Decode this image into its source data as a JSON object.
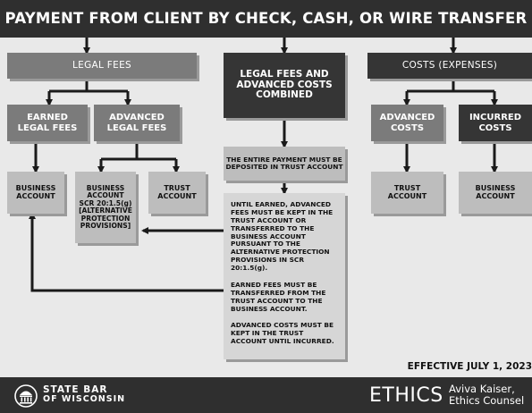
{
  "header": {
    "title": "PAYMENT FROM CLIENT BY CHECK, CASH, OR WIRE TRANSFER"
  },
  "boxes": {
    "legal_fees": "LEGAL FEES",
    "combined": "LEGAL FEES AND\nADVANCED COSTS\nCOMBINED",
    "costs_expenses": "COSTS (EXPENSES)",
    "earned_legal_fees": "EARNED\nLEGAL FEES",
    "advanced_legal_fees": "ADVANCED\nLEGAL FEES",
    "advanced_costs": "ADVANCED\nCOSTS",
    "incurred_costs": "INCURRED\nCOSTS",
    "entire_payment": "THE ENTIRE PAYMENT MUST BE\nDEPOSITED IN TRUST ACCOUNT",
    "business_account_left": "BUSINESS\nACCOUNT",
    "business_account_scr": "BUSINESS\nACCOUNT\nSCR 20:1.5(g)\n[ALTERNATIVE\nPROTECTION\nPROVISIONS]",
    "trust_account_mid": "TRUST\nACCOUNT",
    "trust_account_right": "TRUST\nACCOUNT",
    "business_account_right": "BUSINESS\nACCOUNT"
  },
  "rules": {
    "para1": "UNTIL EARNED, ADVANCED FEES MUST BE KEPT IN THE TRUST ACCOUNT OR TRANSFERRED TO THE BUSINESS ACCOUNT PURSUANT TO THE ALTERNATIVE PROTECTION PROVISIONS IN SCR 20:1.5(g).",
    "para2": "EARNED FEES MUST BE TRANSFERRED FROM THE TRUST ACCOUNT TO THE BUSINESS ACCOUNT.",
    "para3": "ADVANCED COSTS MUST BE KEPT IN THE TRUST ACCOUNT UNTIL INCURRED."
  },
  "effective": "EFFECTIVE JULY 1, 2023",
  "footer": {
    "logo_line1": "STATE BAR",
    "logo_line2": "OF WISCONSIN",
    "ethics": "ETHICS",
    "person_name": "Aviva Kaiser,",
    "person_title": "Ethics Counsel"
  },
  "icons": {
    "logo": "state-bar-dome-icon"
  },
  "colors": {
    "dark": "#353535",
    "mid": "#7b7b7b",
    "light": "#bdbdbd",
    "pale": "#d6d6d6",
    "background": "#e9e9e9"
  }
}
